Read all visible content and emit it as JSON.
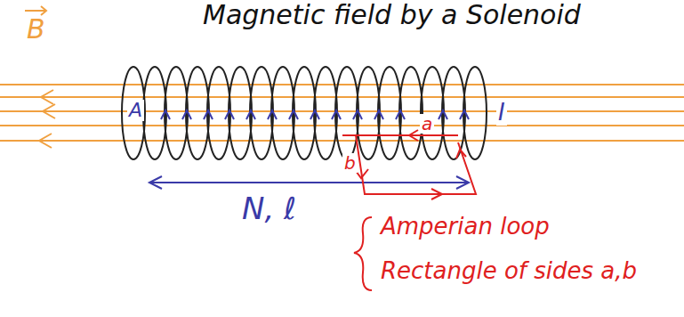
{
  "diagram": {
    "title": "Magnetic field by a Solenoid",
    "labels": [
      "B",
      "A",
      "I",
      "a",
      "b",
      "N, ℓ",
      "Amperian loop",
      "Rectangle of sides a,b"
    ]
  }
}
